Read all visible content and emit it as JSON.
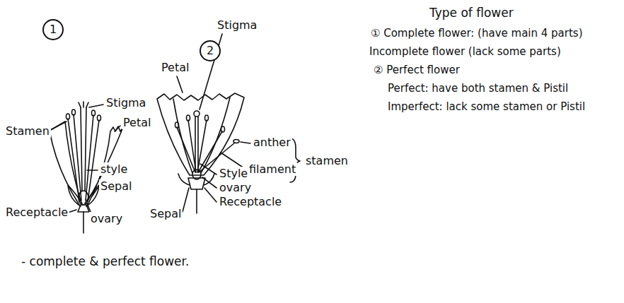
{
  "diagram": {
    "nodes": [
      {
        "text": [
          "1"
        ]
      },
      {
        "text": [
          "2"
        ]
      }
    ],
    "labels": [
      "Stigma",
      "Stamen",
      "Petal",
      "style",
      "Sepal",
      "Receptacle",
      "ovary",
      "Petal",
      "Stigma",
      "anther",
      "filament",
      "stamen",
      "Style",
      "ovary",
      "Receptacle",
      "Sepal",
      "- complete & perfect flower.",
      "Type of flower",
      "① Complete flower: (have main 4 parts)",
      "Incomplete flower (lack some parts)",
      "② Perfect flower",
      "Perfect: have both stamen & Pistil",
      "Imperfect: lack some stamen or Pistil"
    ]
  }
}
